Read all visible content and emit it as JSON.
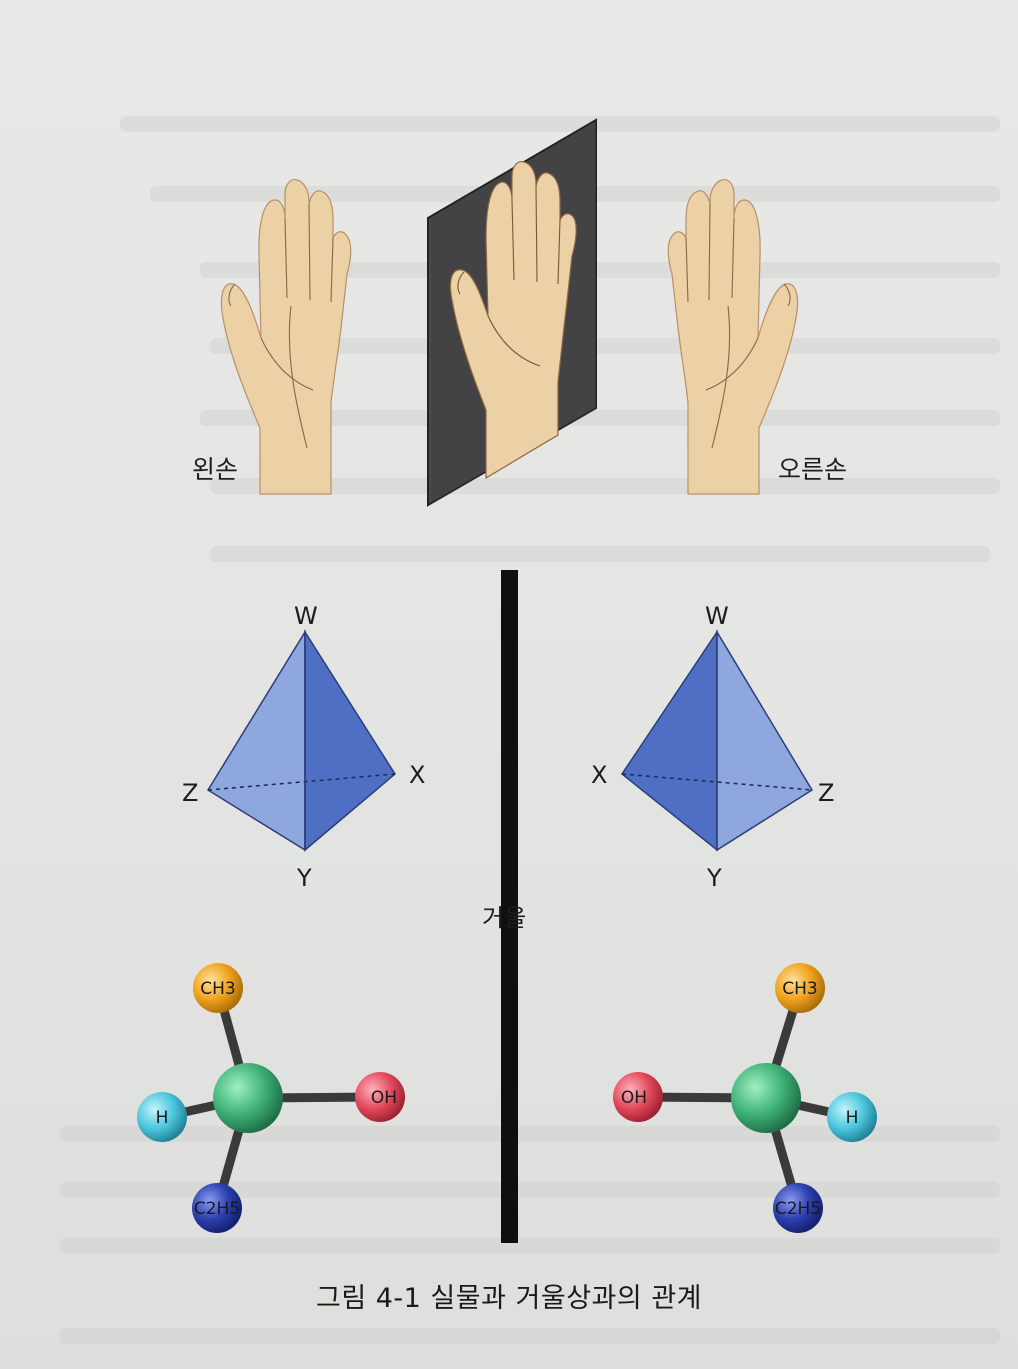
{
  "hands": {
    "left_label": "왼손",
    "right_label": "오른손"
  },
  "mirror": {
    "label": "거울"
  },
  "tetrahedra": {
    "left": {
      "top": "W",
      "left": "Z",
      "right": "X",
      "bottom": "Y"
    },
    "right": {
      "top": "W",
      "left": "X",
      "right": "Z",
      "bottom": "Y"
    }
  },
  "molecules": {
    "left": {
      "top": "CH3",
      "right": "OH",
      "left": "H",
      "bottom": "C2H5"
    },
    "right": {
      "top": "CH3",
      "left": "OH",
      "right": "H",
      "bottom": "C2H5"
    }
  },
  "colors": {
    "skin": "#ecd0a6",
    "mirror_panel": "#4a4a4a",
    "tetra_light": "#8ea8df",
    "tetra_dark": "#4f6fc4",
    "atom_center": "#3fb277",
    "atom_ch3": "#f0a21e",
    "atom_oh": "#e34a5c",
    "atom_h": "#4cc6dd",
    "atom_c2h5": "#2b3fae"
  },
  "caption": "그림 4-1  실물과 거울상과의 관계"
}
